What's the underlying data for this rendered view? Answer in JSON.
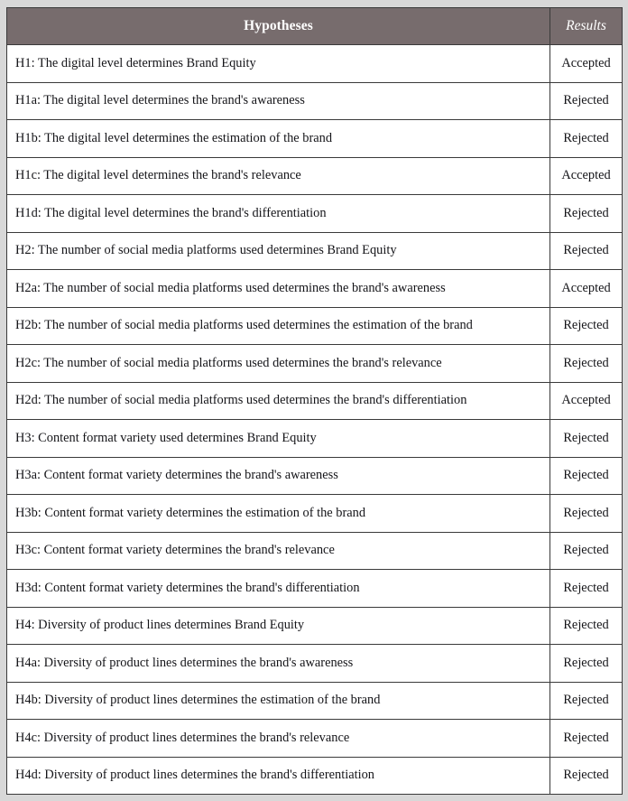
{
  "table": {
    "columns": [
      {
        "key": "hypothesis",
        "label": "Hypotheses"
      },
      {
        "key": "result",
        "label": "Results"
      }
    ],
    "header_bg": "#776c6d",
    "header_text_color": "#ffffff",
    "border_color": "#3a3a3a",
    "page_bg": "#d8d8d8",
    "rows": [
      {
        "hypothesis": "H1: The digital level determines Brand Equity",
        "result": "Accepted"
      },
      {
        "hypothesis": "H1a: The digital level determines the brand's awareness",
        "result": "Rejected"
      },
      {
        "hypothesis": "H1b: The digital level determines the estimation of the brand",
        "result": "Rejected"
      },
      {
        "hypothesis": "H1c: The digital level determines the brand's relevance",
        "result": "Accepted"
      },
      {
        "hypothesis": "H1d: The digital level determines the brand's differentiation",
        "result": "Rejected"
      },
      {
        "hypothesis": "H2: The number of social media platforms used determines Brand Equity",
        "result": "Rejected"
      },
      {
        "hypothesis": "H2a: The number of social media platforms used determines the brand's awareness",
        "result": "Accepted"
      },
      {
        "hypothesis": "H2b: The number of social media platforms used determines the estimation of the brand",
        "result": "Rejected"
      },
      {
        "hypothesis": "H2c: The number of social media platforms used determines the brand's relevance",
        "result": "Rejected"
      },
      {
        "hypothesis": "H2d: The number of social media platforms used determines the brand's differentiation",
        "result": "Accepted"
      },
      {
        "hypothesis": "H3: Content format variety used determines Brand Equity",
        "result": "Rejected"
      },
      {
        "hypothesis": "H3a: Content format variety determines the brand's awareness",
        "result": "Rejected"
      },
      {
        "hypothesis": "H3b: Content format variety determines the estimation of the brand",
        "result": "Rejected"
      },
      {
        "hypothesis": "H3c: Content format variety determines the brand's relevance",
        "result": "Rejected"
      },
      {
        "hypothesis": "H3d: Content format variety determines the brand's differentiation",
        "result": "Rejected"
      },
      {
        "hypothesis": "H4: Diversity of product lines determines Brand Equity",
        "result": "Rejected"
      },
      {
        "hypothesis": "H4a: Diversity of product lines determines the brand's awareness",
        "result": "Rejected"
      },
      {
        "hypothesis": "H4b: Diversity of product lines determines the estimation of the brand",
        "result": "Rejected"
      },
      {
        "hypothesis": "H4c: Diversity of product lines determines the brand's relevance",
        "result": "Rejected"
      },
      {
        "hypothesis": "H4d: Diversity of product lines determines the brand's differentiation",
        "result": "Rejected"
      }
    ]
  }
}
